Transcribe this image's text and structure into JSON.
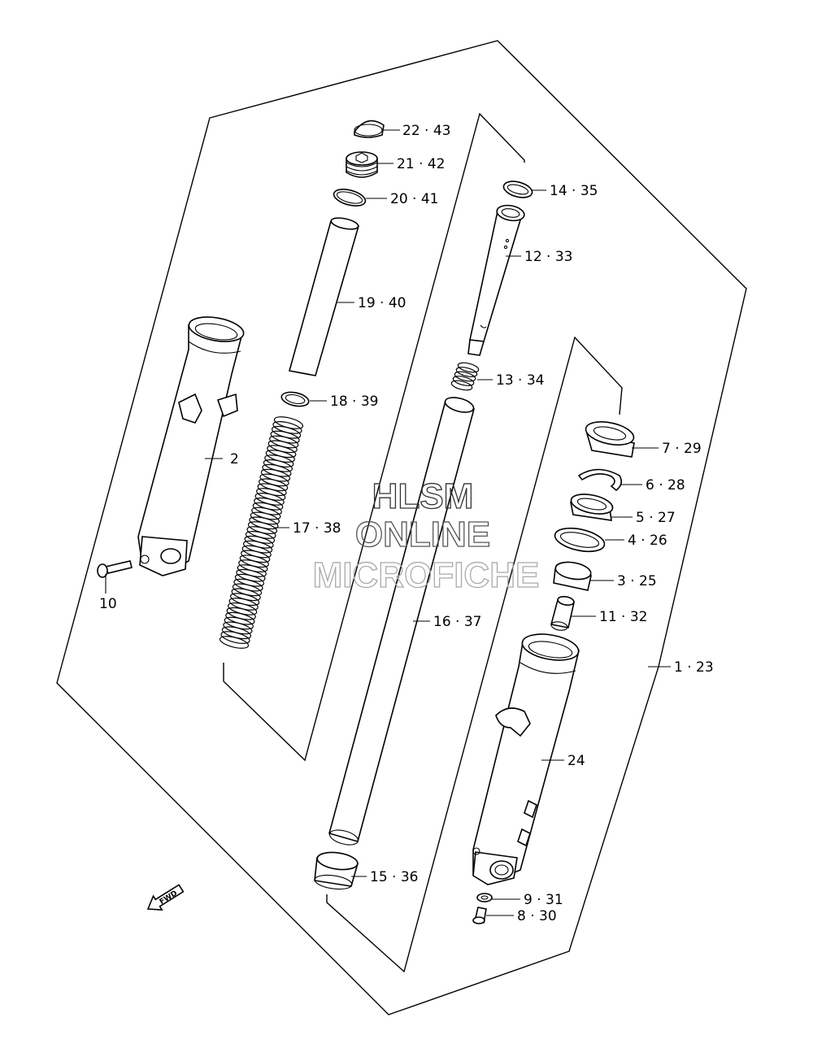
{
  "watermark": {
    "line1": "HLSM",
    "line2": "ONLINE",
    "line3": "MICROFICHE"
  },
  "fwd_label": "FWD",
  "callouts": [
    {
      "id": "22-43",
      "text": "22 · 43"
    },
    {
      "id": "21-42",
      "text": "21 · 42"
    },
    {
      "id": "20-41",
      "text": "20 · 41"
    },
    {
      "id": "19-40",
      "text": "19 · 40"
    },
    {
      "id": "18-39",
      "text": "18 · 39"
    },
    {
      "id": "17-38",
      "text": "17 · 38"
    },
    {
      "id": "2",
      "text": "2"
    },
    {
      "id": "10",
      "text": "10"
    },
    {
      "id": "14-35",
      "text": "14 · 35"
    },
    {
      "id": "12-33",
      "text": "12 · 33"
    },
    {
      "id": "13-34",
      "text": "13 · 34"
    },
    {
      "id": "16-37",
      "text": "16 · 37"
    },
    {
      "id": "15-36",
      "text": "15 · 36"
    },
    {
      "id": "7-29",
      "text": "7 · 29"
    },
    {
      "id": "6-28",
      "text": "6 · 28"
    },
    {
      "id": "5-27",
      "text": "5 · 27"
    },
    {
      "id": "4-26",
      "text": "4 · 26"
    },
    {
      "id": "3-25",
      "text": "3 · 25"
    },
    {
      "id": "11-32",
      "text": "11 · 32"
    },
    {
      "id": "1-23",
      "text": "1 · 23"
    },
    {
      "id": "24",
      "text": "24"
    },
    {
      "id": "9-31",
      "text": "9 · 31"
    },
    {
      "id": "8-30",
      "text": "8 · 30"
    }
  ]
}
